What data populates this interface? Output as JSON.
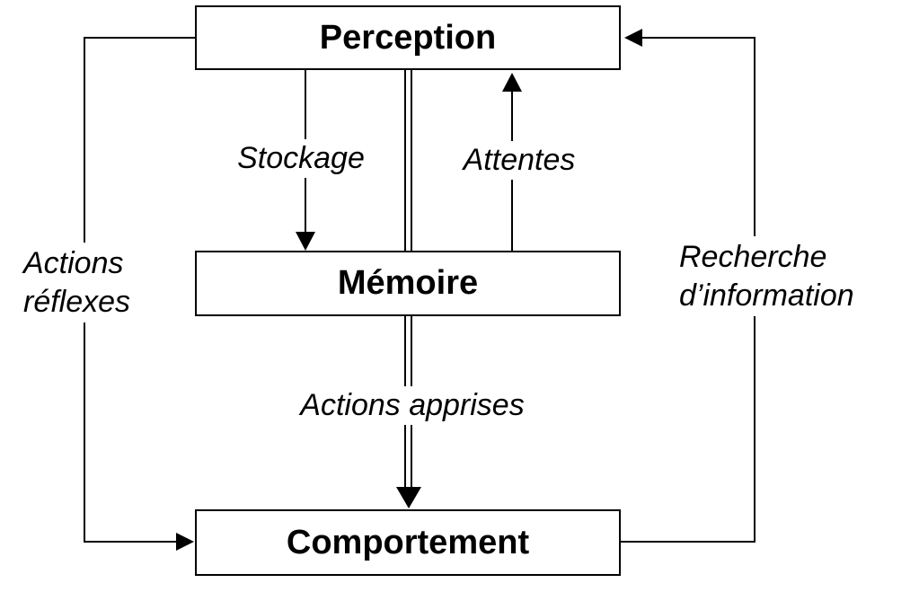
{
  "nodes": {
    "perception": "Perception",
    "memoire": "Mémoire",
    "comportement": "Comportement"
  },
  "edges": {
    "stockage": "Stockage",
    "attentes": "Attentes",
    "actions_apprises": "Actions apprises",
    "actions_reflexes": [
      "Actions",
      "réflexes"
    ],
    "recherche_information": [
      "Recherche",
      "d’information"
    ]
  },
  "colors": {
    "line": "#000000",
    "background": "#ffffff"
  }
}
